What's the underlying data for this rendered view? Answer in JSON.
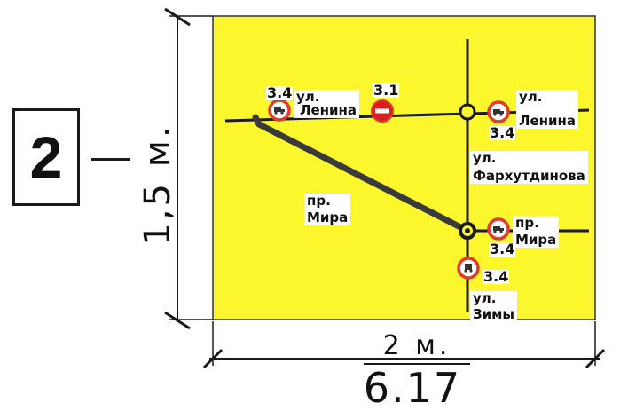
{
  "sign_number": "2",
  "height_label": "1,5  м.",
  "width_label": "2  м.",
  "code_label": "6.17",
  "colors": {
    "board": "#fbf72c",
    "road": "#3a3a3a",
    "street": "#1a1a1a",
    "prohibition_ring": "#e23a2e",
    "no_entry_fill": "#d81e1e"
  },
  "streets": {
    "lenina_left": {
      "line1": "ул.",
      "line2": "Ленина"
    },
    "lenina_right": {
      "line1": "ул.",
      "line2": "Ленина"
    },
    "farkhutdinova": {
      "line1": "ул.",
      "line2": "Фархутдинова"
    },
    "mira_center": {
      "line1": "пр.",
      "line2": "Мира"
    },
    "mira_right": {
      "line1": "пр.",
      "line2": "Мира"
    },
    "zimy": {
      "line1": "ул.",
      "line2": "Зимы"
    }
  },
  "signs": {
    "no_trucks_left": {
      "code": "3.4",
      "icon": "no-trucks-sign-icon"
    },
    "no_entry": {
      "code": "3.1",
      "icon": "no-entry-sign-icon"
    },
    "no_trucks_lenina_right": {
      "code": "3.4",
      "icon": "no-trucks-sign-icon"
    },
    "no_trucks_mira_right": {
      "code": "3.4",
      "icon": "no-trucks-sign-icon"
    },
    "no_trucks_bottom": {
      "code": "3.4",
      "icon": "no-trucks-sign-icon"
    }
  }
}
